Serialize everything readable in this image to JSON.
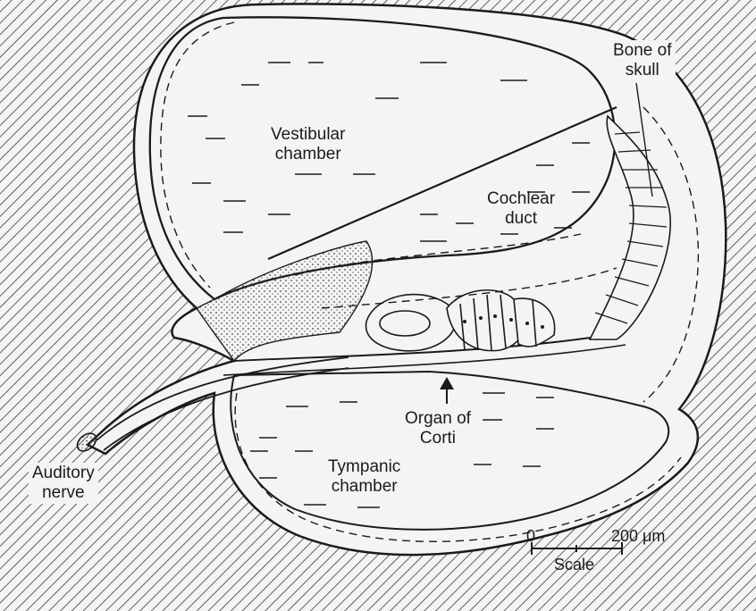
{
  "labels": {
    "bone_of_skull": [
      "Bone of",
      "skull"
    ],
    "vestibular_chamber": [
      "Vestibular",
      "chamber"
    ],
    "cochlear_duct": [
      "Cochlear",
      "duct"
    ],
    "organ_of_corti": [
      "Organ of",
      "Corti"
    ],
    "tympanic_chamber": [
      "Tympanic",
      "chamber"
    ],
    "auditory_nerve": [
      "Auditory",
      "nerve"
    ]
  },
  "scale": {
    "zero": "0",
    "max": "200 μm",
    "caption": "Scale"
  },
  "colors": {
    "ink": "#1b1b1b",
    "paper": "#f4f4f2",
    "hatch": "#3a3a3a"
  }
}
